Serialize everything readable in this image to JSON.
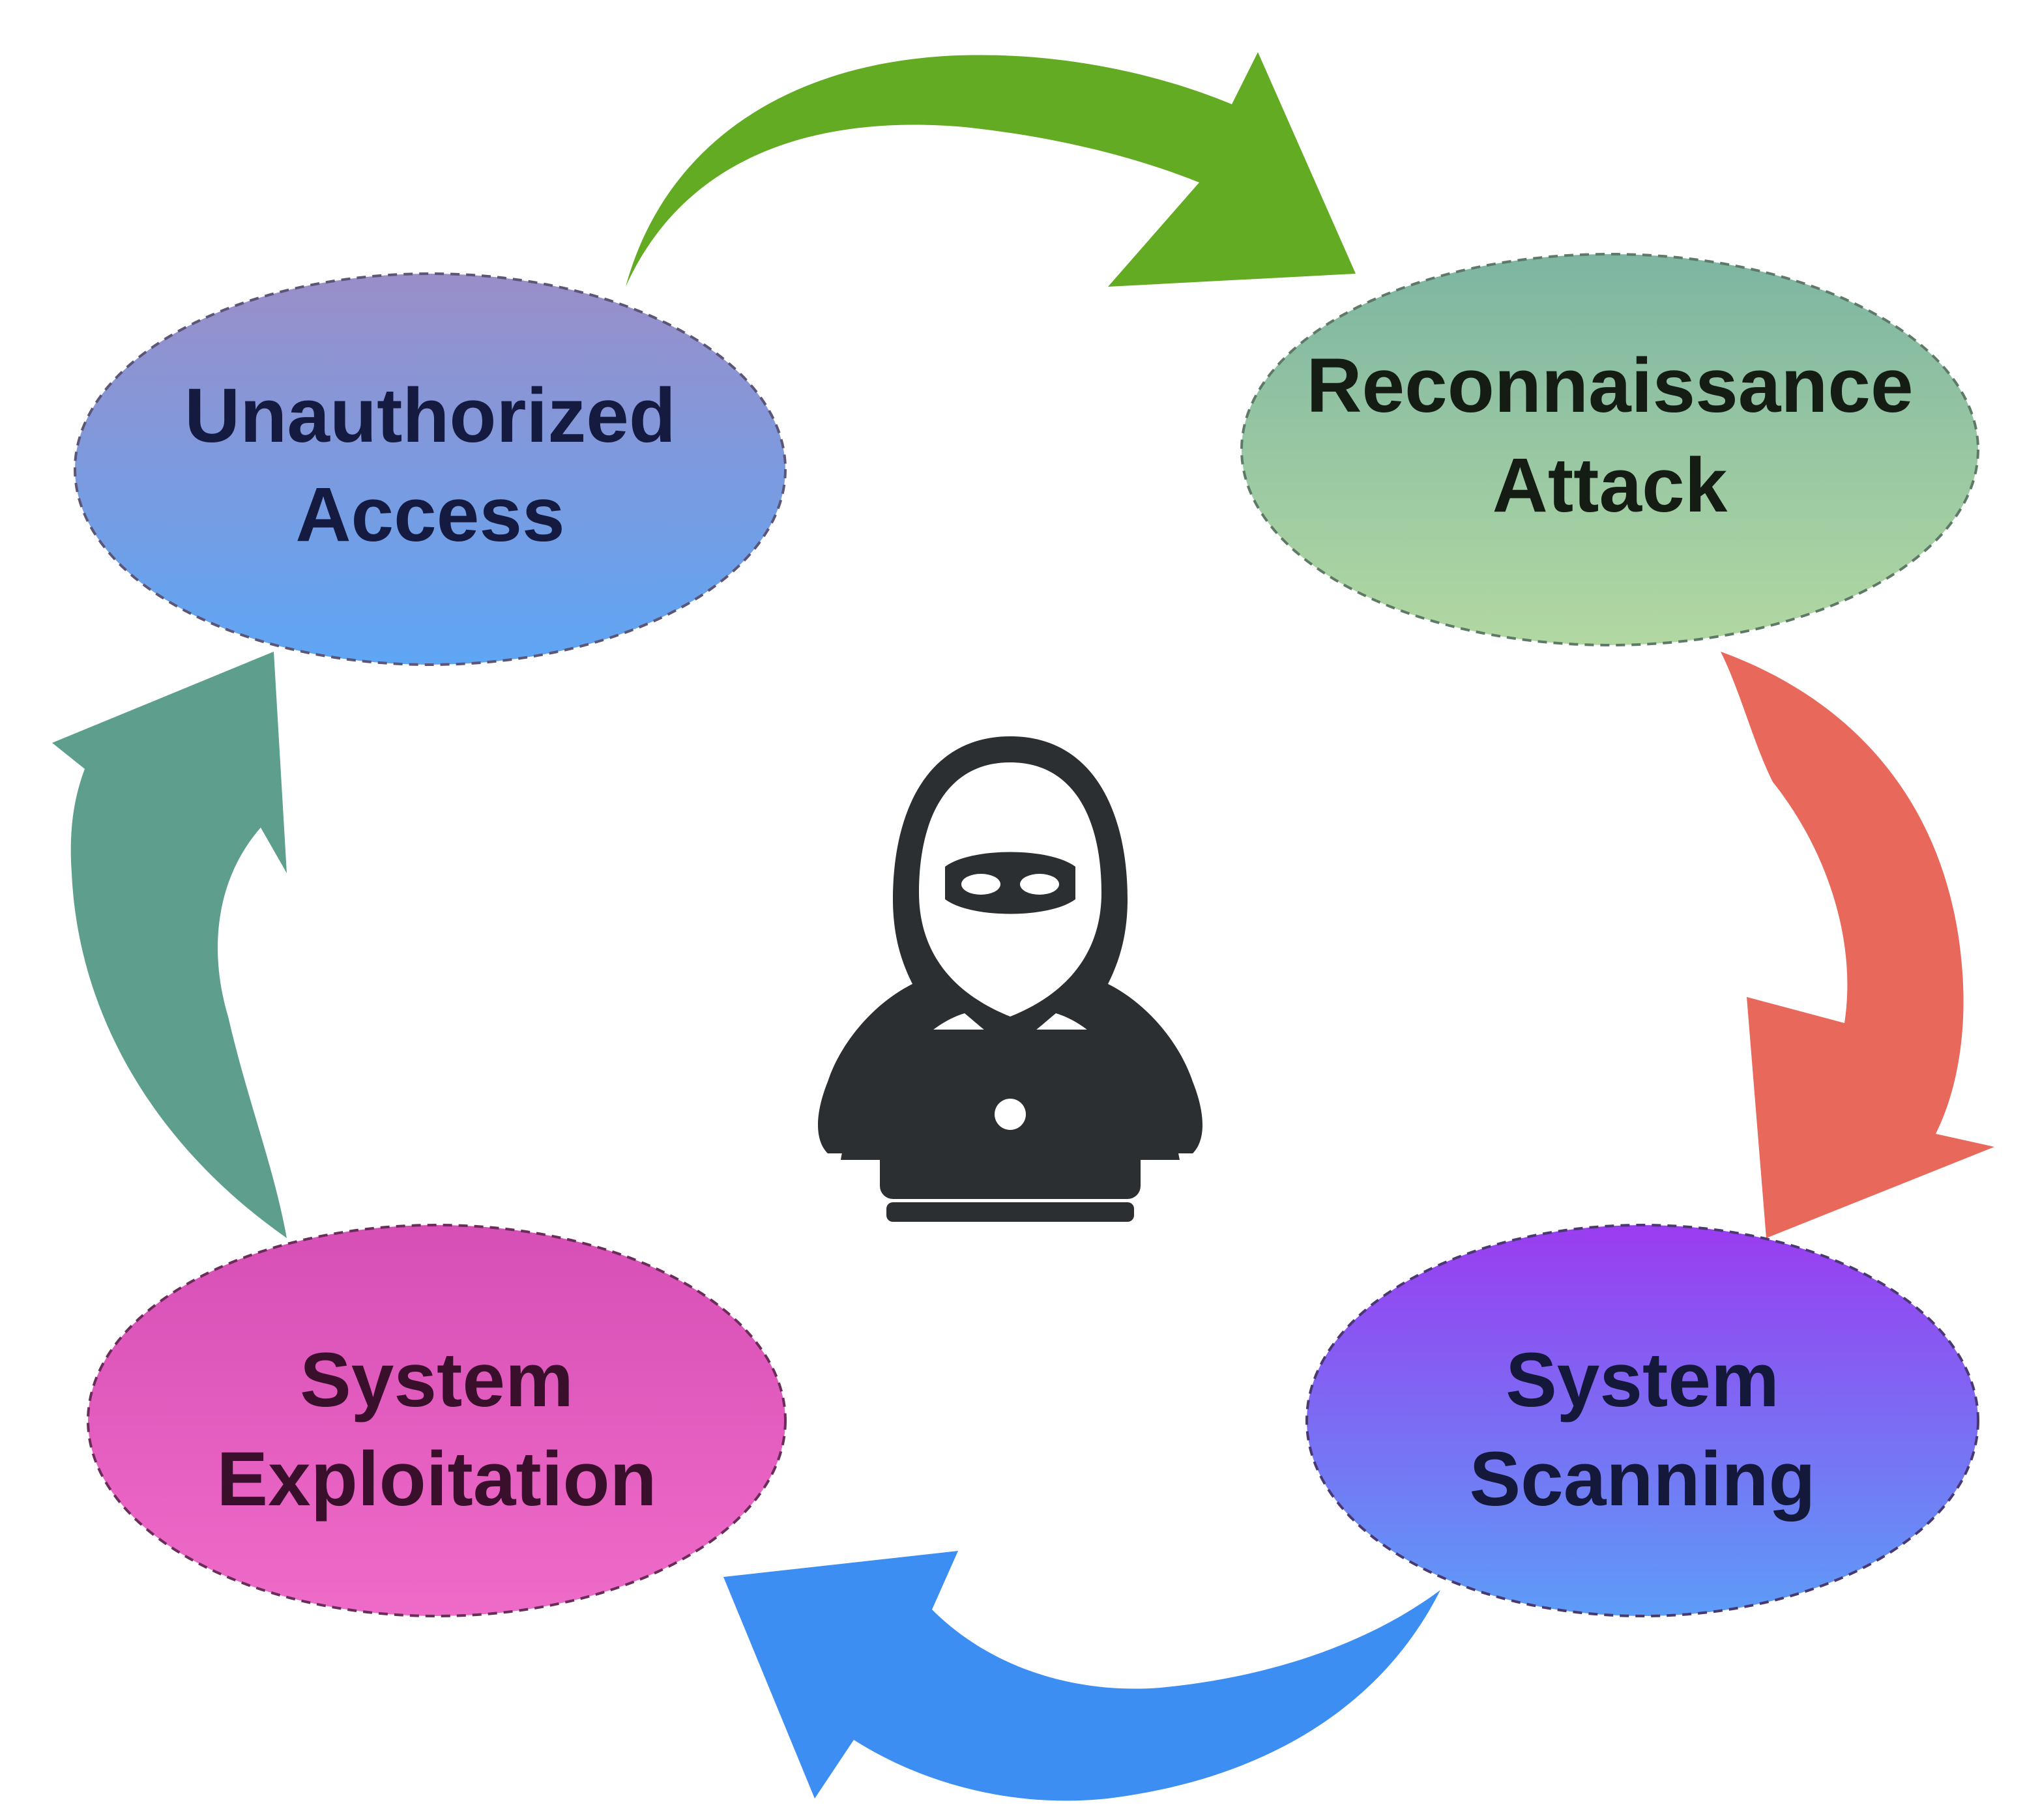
{
  "nodes": {
    "unauthorized_access": {
      "line1": "Unauthorized",
      "line2": "Access",
      "colors": [
        "#9a8ec8",
        "#5ea6f5"
      ]
    },
    "reconnaissance_attack": {
      "line1": "Reconnaissance",
      "line2": "Attack",
      "colors": [
        "#7db5a2",
        "#b2d8a2"
      ]
    },
    "system_scanning": {
      "line1": "System",
      "line2": "Scanning",
      "colors": [
        "#9a3cf0",
        "#5d9cf7"
      ]
    },
    "system_exploitation": {
      "line1": "System",
      "line2": "Exploitation",
      "colors": [
        "#d64fb6",
        "#ef6bc8"
      ]
    }
  },
  "arrows": {
    "access_to_recon": {
      "color": "#62ab22"
    },
    "recon_to_scanning": {
      "color": "#e8685c"
    },
    "scanning_to_exploitation": {
      "color": "#3d8ef2"
    },
    "exploitation_to_access": {
      "color": "#5d9e8c"
    }
  },
  "center_icon": {
    "name": "hacker-with-laptop-icon",
    "color": "#2b2f32"
  }
}
